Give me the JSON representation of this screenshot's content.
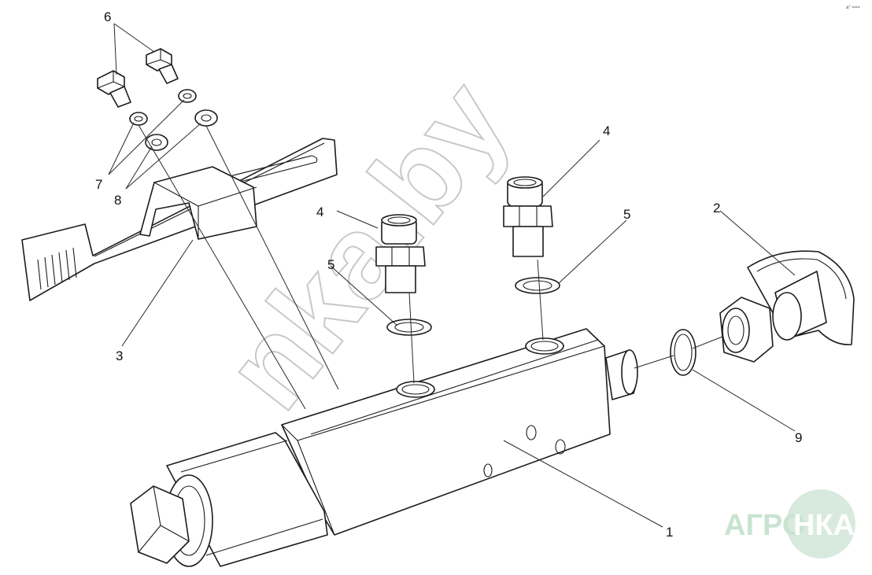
{
  "callouts": {
    "c1": "1",
    "c2": "2",
    "c3": "3",
    "c4a": "4",
    "c4b": "4",
    "c5a": "5",
    "c5b": "5",
    "c6": "6",
    "c7": "7",
    "c8": "8",
    "c9": "9"
  },
  "watermark": {
    "text": "nka.by",
    "color": "#c8c8c8"
  },
  "logo": {
    "left_text": "АГРО",
    "right_text": "НКА",
    "color": "#c9e3d1"
  },
  "corner_mark": "a° ==="
}
